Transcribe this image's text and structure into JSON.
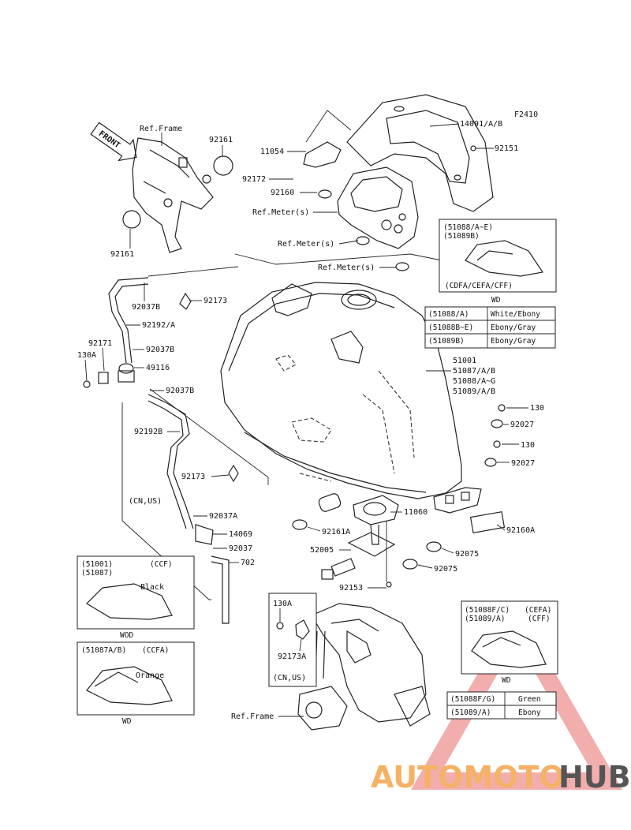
{
  "diagram_code": "F2410",
  "front_label": "FRONT",
  "callouts": {
    "ref_frame_top": "Ref.Frame",
    "p92161_top": "92161",
    "p92161_bottom": "92161",
    "p14091": "14091/A/B",
    "p92151": "92151",
    "p11054": "11054",
    "p92172": "92172",
    "p92160": "92160",
    "ref_meter_1": "Ref.Meter(s)",
    "ref_meter_2": "Ref.Meter(s)",
    "ref_meter_3": "Ref.Meter(s)",
    "p92037b_1": "92037B",
    "p92173_1": "92173",
    "p92192a": "92192/A",
    "p92171": "92171",
    "p130a_1": "130A",
    "p92037b_2": "92037B",
    "p49116": "49116",
    "p92037b_3": "92037B",
    "p92192b": "92192B",
    "p92173_2": "92173",
    "cn_us_1": "(CN,US)",
    "p92037a": "92037A",
    "p14069": "14069",
    "p92037": "92037",
    "p702": "702",
    "tank_1": "51001",
    "tank_2": "51087/A/B",
    "tank_3": "51088/A~G",
    "tank_4": "51089/A/B",
    "p130_1": "130",
    "p92027_1": "92027",
    "p130_2": "130",
    "p92027_2": "92027",
    "p92161a": "92161A",
    "p11060": "11060",
    "p52005": "52005",
    "p92160a": "92160A",
    "p92075_1": "92075",
    "p92075_2": "92075",
    "p92153": "92153",
    "p130a_2": "130A",
    "p92173a": "92173A",
    "cn_us_2": "(CN,US)",
    "ref_frame_bottom": "Ref.Frame"
  },
  "inset_tank_right": {
    "line1": "(51088/A~E)",
    "line2": "(51089B)",
    "models": "(CDFA/CEFA/CFF)",
    "footer": "WD"
  },
  "color_table_1": [
    {
      "code": "(51088/A)",
      "color": "White/Ebony"
    },
    {
      "code": "(51088B~E)",
      "color": "Ebony/Gray"
    },
    {
      "code": "(51089B)",
      "color": "Ebony/Gray"
    }
  ],
  "inset_black": {
    "line1": "(51001)",
    "line2": "(51087)",
    "model": "(CCF)",
    "color": "Black",
    "footer": "WOD"
  },
  "inset_orange": {
    "line1": "(51087A/B)",
    "model": "(CCFA)",
    "color": "Orange",
    "footer": "WD"
  },
  "inset_green": {
    "line1": "(51088F/C)",
    "line2": "(51089/A)",
    "model1": "(CEFA)",
    "model2": "(CFF)",
    "footer": "WD"
  },
  "color_table_2": [
    {
      "code": "(51088F/G)",
      "color": "Green"
    },
    {
      "code": "(51089/A)",
      "color": "Ebony"
    }
  ],
  "watermark": {
    "part1": "AUTOMOTO",
    "part2": "HUB",
    "color1": "#f5b267",
    "color2": "#555555",
    "triangle_color": "#e86a6a"
  }
}
